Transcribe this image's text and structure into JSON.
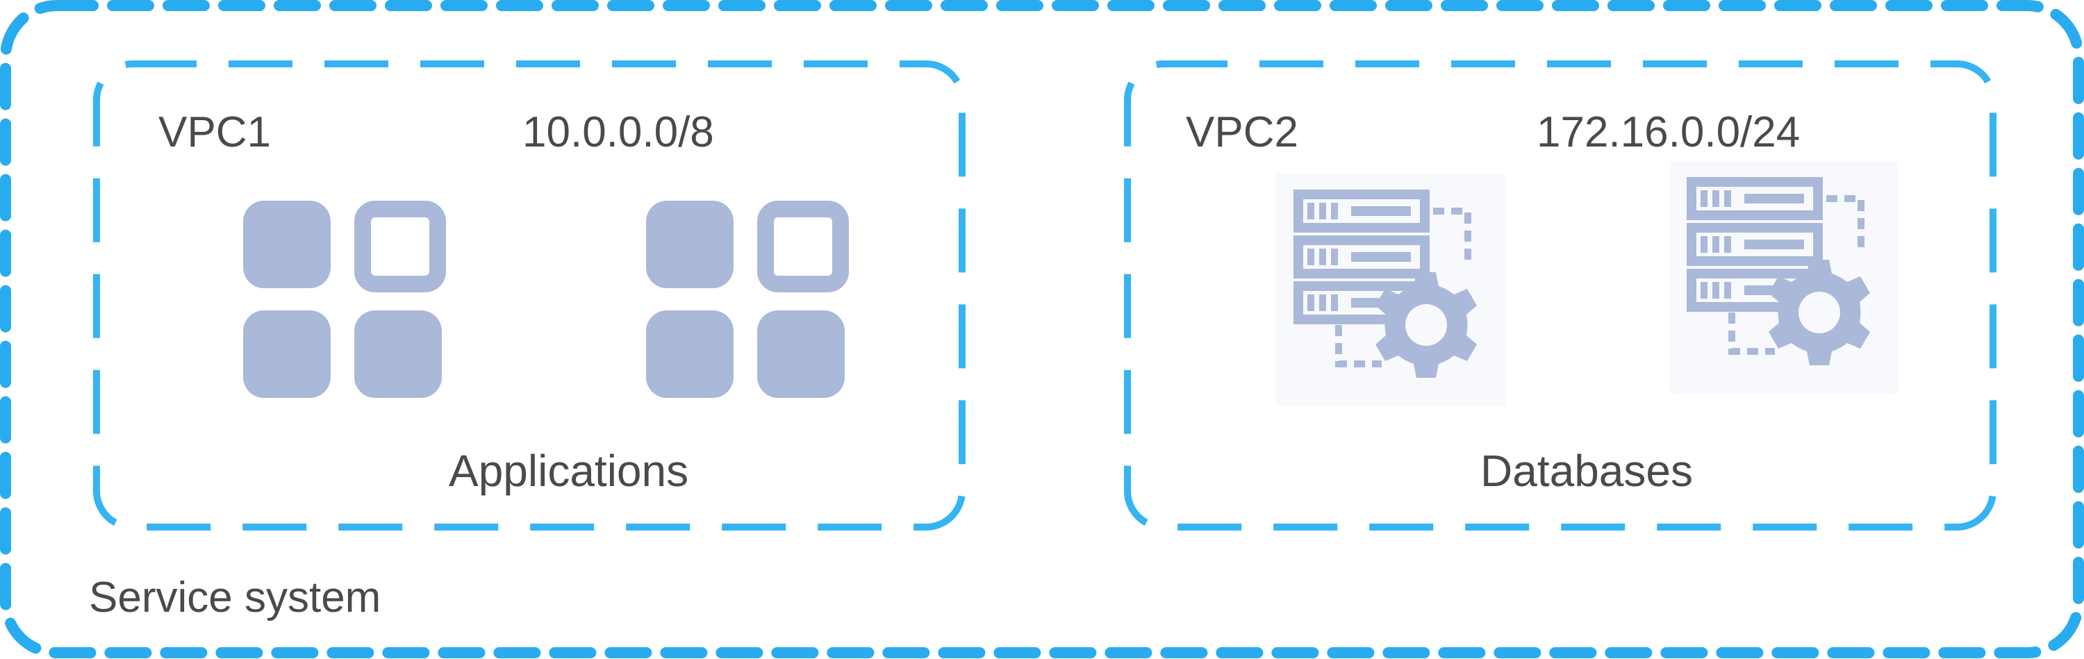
{
  "service_system": {
    "label": "Service system"
  },
  "vpcs": [
    {
      "name": "VPC1",
      "cidr": "10.0.0.0/8",
      "tier_label": "Applications",
      "icons": [
        "app-grid-icon",
        "app-grid-icon"
      ]
    },
    {
      "name": "VPC2",
      "cidr": "172.16.0.0/24",
      "tier_label": "Databases",
      "icons": [
        "database-server-gear-icon",
        "database-server-gear-icon"
      ]
    }
  ],
  "colors": {
    "border": "#29abf0",
    "icon_fill": "#aab8d9",
    "text": "#4a4a4a"
  }
}
